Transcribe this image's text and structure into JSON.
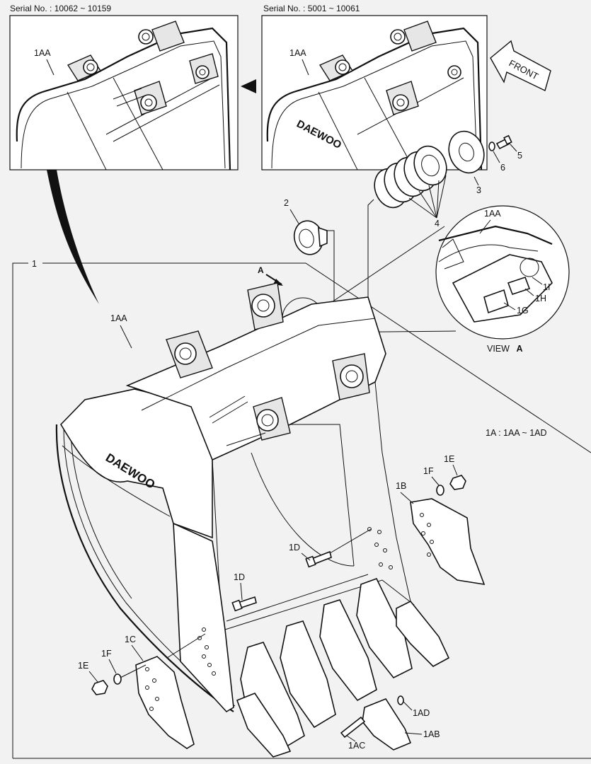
{
  "inset_left": {
    "serial": "Serial No. : 10062 ~ 10159",
    "label": "1AA"
  },
  "inset_right": {
    "serial": "Serial No. : 5001 ~ 10061",
    "label": "1AA",
    "front_label": "FRONT"
  },
  "main": {
    "callout": "1",
    "view_marker": "A",
    "kit_note": "1A : 1AA ~ 1AD"
  },
  "view_a": {
    "title": "VIEW",
    "letter": "A",
    "labels": {
      "aa": "1AA",
      "i": "1I",
      "h": "1H",
      "g": "1G"
    }
  },
  "brand_mark": "DAEWOO",
  "parts": {
    "p2": "2",
    "p3": "3",
    "p4": "4",
    "p5": "5",
    "p6": "6",
    "aa_main": "1AA",
    "b": "1B",
    "c": "1C",
    "d1": "1D",
    "d2": "1D",
    "e1": "1E",
    "e2": "1E",
    "f1": "1F",
    "f2": "1F",
    "ab": "1AB",
    "ac": "1AC",
    "ad": "1AD"
  }
}
